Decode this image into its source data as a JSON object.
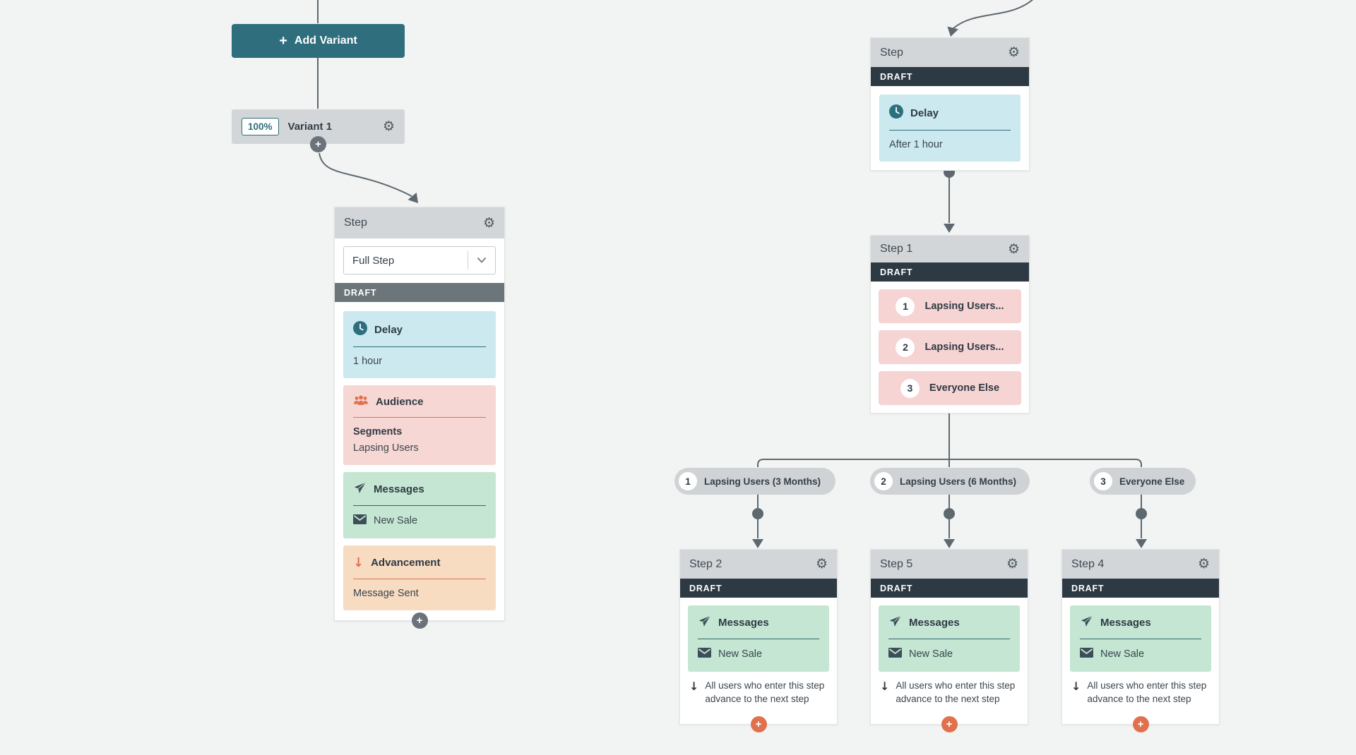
{
  "symbols": {
    "plus": "+",
    "down_arrow": "↓",
    "gear": "⚙"
  },
  "colors": {
    "background": "#f2f4f3",
    "teal": "#2e6e7d",
    "orange": "#e0714c",
    "draft_navy": "#2d3943",
    "draft_gray": "#6c757a",
    "header_gray": "#d3d6d8",
    "connector": "#5d686f",
    "cyan_tile": "#cbe9ef",
    "pink_tile": "#f7d7d3",
    "green_tile": "#c4e6d2",
    "peach_tile": "#f8dcc2"
  },
  "add_variant": {
    "label": "Add Variant"
  },
  "variant": {
    "percent": "100%",
    "label": "Variant 1"
  },
  "left_card": {
    "title": "Step",
    "type_value": "Full Step",
    "status": "DRAFT",
    "delay": {
      "title": "Delay",
      "value": "1 hour"
    },
    "audience": {
      "title": "Audience",
      "subtitle": "Segments",
      "value": "Lapsing Users"
    },
    "messages": {
      "title": "Messages",
      "value": "New Sale"
    },
    "advancement": {
      "title": "Advancement",
      "value": "Message Sent"
    }
  },
  "delay_card": {
    "title": "Step",
    "status": "DRAFT",
    "delay": {
      "title": "Delay",
      "value": "After 1 hour"
    }
  },
  "split_card": {
    "title": "Step 1",
    "status": "DRAFT",
    "rows": [
      {
        "num": "1",
        "label": "Lapsing Users..."
      },
      {
        "num": "2",
        "label": "Lapsing Users..."
      },
      {
        "num": "3",
        "label": "Everyone Else"
      }
    ]
  },
  "branches": [
    {
      "num": "1",
      "label": "Lapsing Users (3 Months)"
    },
    {
      "num": "2",
      "label": "Lapsing Users (6 Months)"
    },
    {
      "num": "3",
      "label": "Everyone Else"
    }
  ],
  "bottom_cards": [
    {
      "title": "Step 2",
      "status": "DRAFT",
      "messages_title": "Messages",
      "message": "New Sale",
      "note": "All users who enter this step advance to the next step"
    },
    {
      "title": "Step 5",
      "status": "DRAFT",
      "messages_title": "Messages",
      "message": "New Sale",
      "note": "All users who enter this step advance to the next step"
    },
    {
      "title": "Step 4",
      "status": "DRAFT",
      "messages_title": "Messages",
      "message": "New Sale",
      "note": "All users who enter this step advance to the next step"
    }
  ]
}
